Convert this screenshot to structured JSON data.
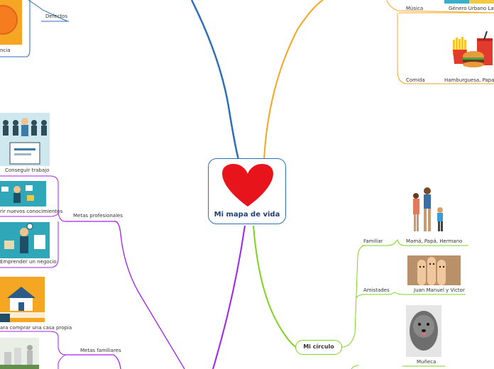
{
  "central": {
    "title": "Mi mapa de vida",
    "icon": "heart-icon"
  },
  "top_left": {
    "defectos": "Defectos",
    "truncated": "ncia"
  },
  "top_right": {
    "musica": "Música",
    "musica_value": "Género Urbano Latino",
    "comida": "Comida",
    "comida_value": "Hamburguesa, Papas y S"
  },
  "metas_profesionales": {
    "label": "Metas profesionales",
    "items": [
      "Conseguir trabajo",
      "rir nuevos conocimientos",
      "Emprender un negocio"
    ]
  },
  "metas_familiares": {
    "label": "Metas familiares",
    "items": [
      "ara comprar una casa propia"
    ]
  },
  "mi_circulo": {
    "label": "Mi círculo",
    "familiar": "Familiar",
    "familiar_value": "Mamá, Papá, Hermano",
    "amistades": "Amistades",
    "amistades_value": "Juan Manuel y Victor",
    "muneca_value": "Muñeca"
  },
  "colors": {
    "blue": "#2d6fb7",
    "orange": "#f5a623",
    "purple": "#a020f0",
    "green": "#7ed321",
    "heart": "#e8141c"
  }
}
